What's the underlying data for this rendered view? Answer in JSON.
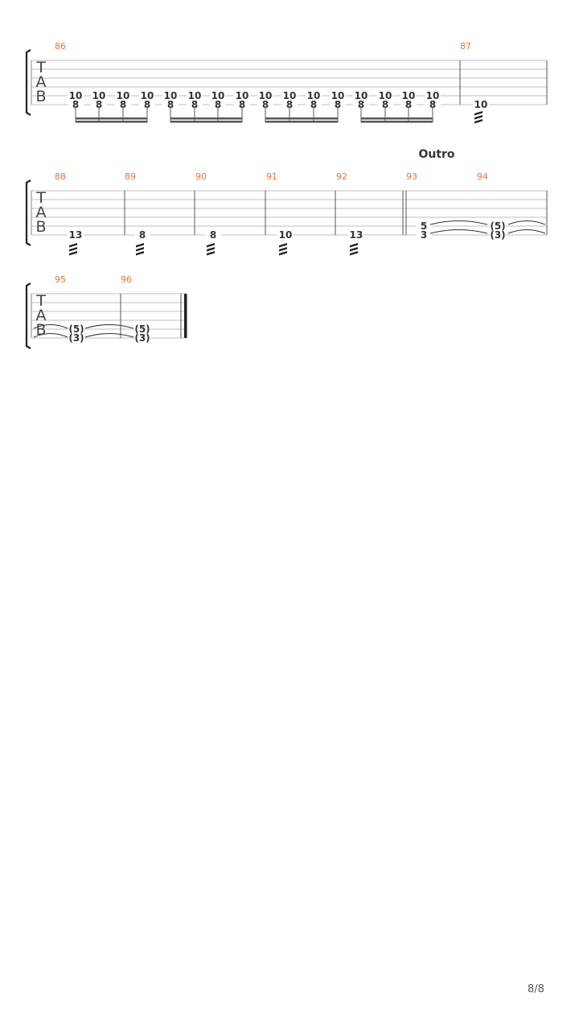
{
  "document": {
    "page_number": "8/8",
    "clef_letters": [
      "T",
      "A",
      "B"
    ],
    "colors": {
      "measure_number": "#e8733a",
      "notes": "#333333",
      "lines": "#bfbfbf",
      "bracket": "#222222"
    }
  },
  "systems": [
    {
      "section_label": "",
      "measures": [
        {
          "number": "86",
          "notes": [
            [
              "10",
              "8"
            ],
            [
              "10",
              "8"
            ],
            [
              "10",
              "8"
            ],
            [
              "10",
              "8"
            ],
            [
              "10",
              "8"
            ],
            [
              "10",
              "8"
            ],
            [
              "10",
              "8"
            ],
            [
              "10",
              "8"
            ],
            [
              "10",
              "8"
            ],
            [
              "10",
              "8"
            ],
            [
              "10",
              "8"
            ],
            [
              "10",
              "8"
            ],
            [
              "10",
              "8"
            ],
            [
              "10",
              "8"
            ],
            [
              "10",
              "8"
            ],
            [
              "10",
              "8"
            ]
          ],
          "rhythm": "sixteenth-notes, beamed in groups of four"
        },
        {
          "number": "87",
          "notes": [
            [
              "10"
            ]
          ],
          "rhythm": "tremolo picked"
        }
      ]
    },
    {
      "section_label": "Outro",
      "measures": [
        {
          "number": "88",
          "notes": [
            [
              "13"
            ]
          ],
          "rhythm": "tremolo picked"
        },
        {
          "number": "89",
          "notes": [
            [
              "8"
            ]
          ],
          "rhythm": "tremolo picked"
        },
        {
          "number": "90",
          "notes": [
            [
              "8"
            ]
          ],
          "rhythm": "tremolo picked"
        },
        {
          "number": "91",
          "notes": [
            [
              "10"
            ]
          ],
          "rhythm": "tremolo picked"
        },
        {
          "number": "92",
          "notes": [
            [
              "13"
            ]
          ],
          "rhythm": "tremolo picked"
        },
        {
          "number": "93",
          "notes": [
            [
              "5",
              "3"
            ]
          ],
          "rhythm": "tied over"
        },
        {
          "number": "94",
          "notes": [
            [
              "(5)",
              "(3)"
            ]
          ],
          "rhythm": "tied over"
        }
      ]
    },
    {
      "section_label": "",
      "measures": [
        {
          "number": "95",
          "notes": [
            [
              "(5)",
              "(3)"
            ]
          ],
          "rhythm": "tied"
        },
        {
          "number": "96",
          "notes": [
            [
              "(5)",
              "(3)"
            ]
          ],
          "rhythm": "tied, final barline"
        }
      ]
    }
  ]
}
